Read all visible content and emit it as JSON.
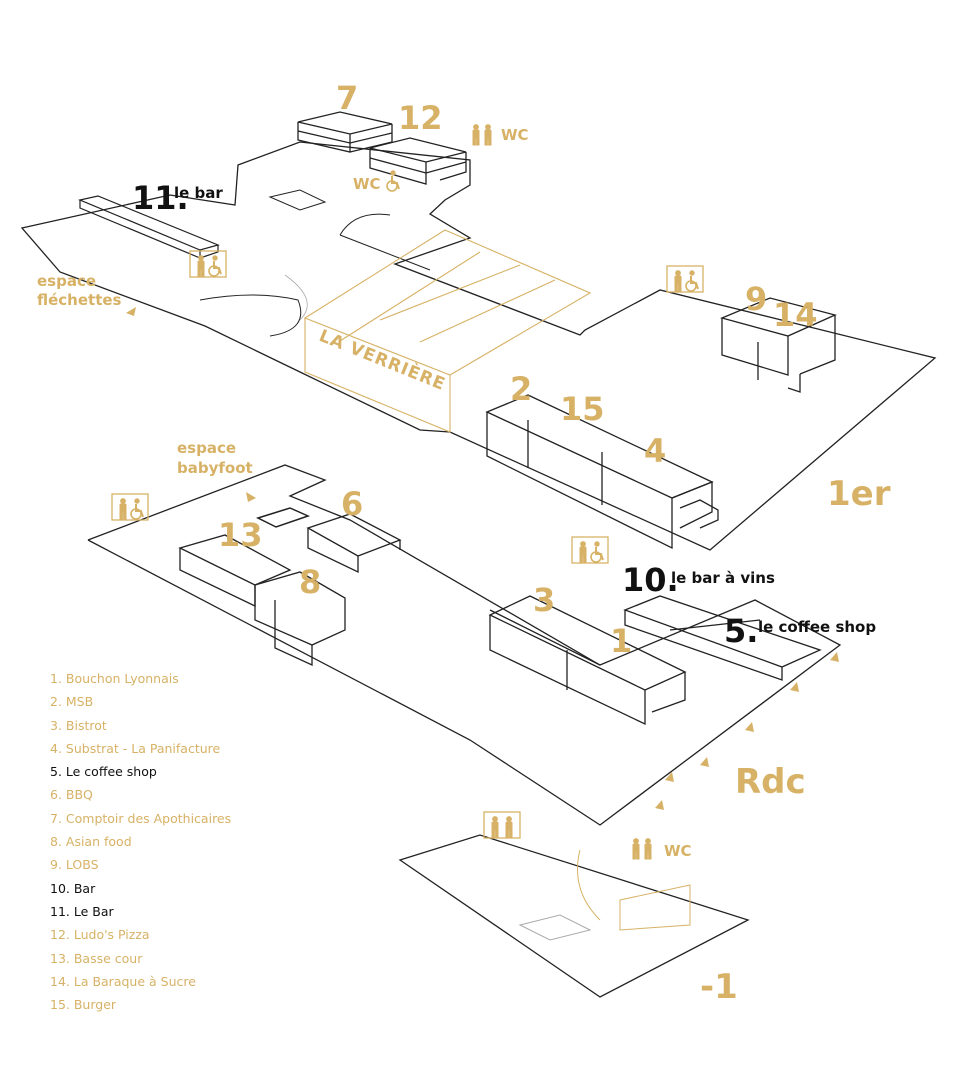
{
  "colors": {
    "accent": "#d7b266",
    "text_dark": "#111111",
    "line": "#222222"
  },
  "floors": {
    "upper": "1er",
    "ground": "Rdc",
    "basement": "-1"
  },
  "overlay_title": "LA VERRIÈRE",
  "venue_numbers": {
    "n7": "7",
    "n12": "12",
    "n9": "9",
    "n14": "14",
    "n2": "2",
    "n15": "15",
    "n4": "4",
    "n6": "6",
    "n13": "13",
    "n8": "8",
    "n3": "3",
    "n1": "1"
  },
  "callouts": {
    "le_bar_num": "11.",
    "le_bar_text": "le bar",
    "bar_vins_num": "10.",
    "bar_vins_text": "le bar à vins",
    "coffee_num": "5.",
    "coffee_text": "le coffee shop"
  },
  "zones": {
    "flechettes_line1": "espace",
    "flechettes_line2": "fléchettes",
    "babyfoot_line1": "espace",
    "babyfoot_line2": "babyfoot"
  },
  "wc_labels": {
    "wc_top": "WC",
    "wc_access": "WC",
    "wc_basement": "WC"
  },
  "icons": [
    "toilet-icon",
    "accessible-icon",
    "elevator-icon",
    "arrow-icon"
  ],
  "legend": [
    {
      "label": "1. Bouchon Lyonnais",
      "color": "#d7b266"
    },
    {
      "label": "2. MSB",
      "color": "#d7b266"
    },
    {
      "label": "3. Bistrot",
      "color": "#d7b266"
    },
    {
      "label": "4. Substrat - La Panifacture",
      "color": "#d7b266"
    },
    {
      "label": "5. Le coffee shop",
      "color": "#111111"
    },
    {
      "label": "6. BBQ",
      "color": "#d7b266"
    },
    {
      "label": "7. Comptoir des Apothicaires",
      "color": "#d7b266"
    },
    {
      "label": "8. Asian food",
      "color": "#d7b266"
    },
    {
      "label": "9. LOBS",
      "color": "#d7b266"
    },
    {
      "label": "10. Bar",
      "color": "#111111"
    },
    {
      "label": "11. Le Bar",
      "color": "#111111"
    },
    {
      "label": "12. Ludo's Pizza",
      "color": "#d7b266"
    },
    {
      "label": "13. Basse cour",
      "color": "#d7b266"
    },
    {
      "label": "14. La Baraque à Sucre",
      "color": "#d7b266"
    },
    {
      "label": "15. Burger",
      "color": "#d7b266"
    }
  ]
}
